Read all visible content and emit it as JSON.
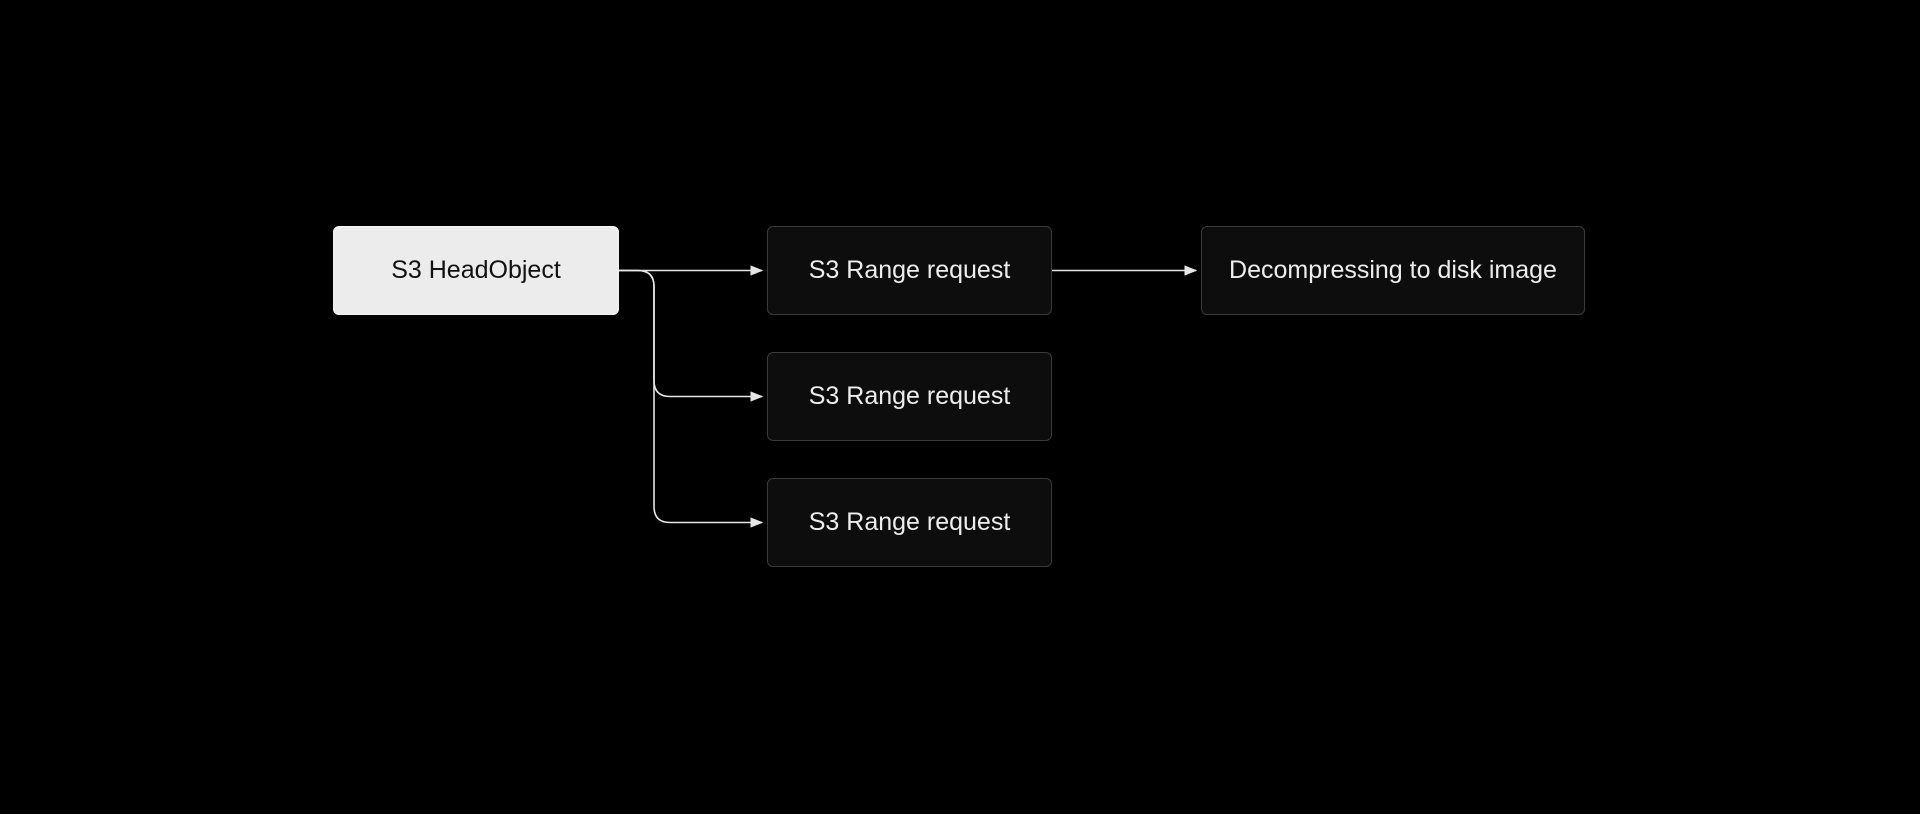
{
  "diagram": {
    "nodes": [
      {
        "id": "head",
        "label": "S3 HeadObject",
        "style": "primary"
      },
      {
        "id": "range1",
        "label": "S3 Range request",
        "style": "secondary"
      },
      {
        "id": "range2",
        "label": "S3 Range request",
        "style": "secondary"
      },
      {
        "id": "range3",
        "label": "S3 Range request",
        "style": "secondary"
      },
      {
        "id": "decompress",
        "label": "Decompressing to disk image",
        "style": "secondary"
      }
    ],
    "edges": [
      {
        "from": "head",
        "to": "range1"
      },
      {
        "from": "head",
        "to": "range2"
      },
      {
        "from": "head",
        "to": "range3"
      },
      {
        "from": "range1",
        "to": "decompress"
      }
    ],
    "colors": {
      "background": "#000000",
      "primary_fill": "#ececec",
      "secondary_fill": "#0d0d0d",
      "secondary_border": "#3a3a3a",
      "connector": "#e6e6e6"
    }
  }
}
